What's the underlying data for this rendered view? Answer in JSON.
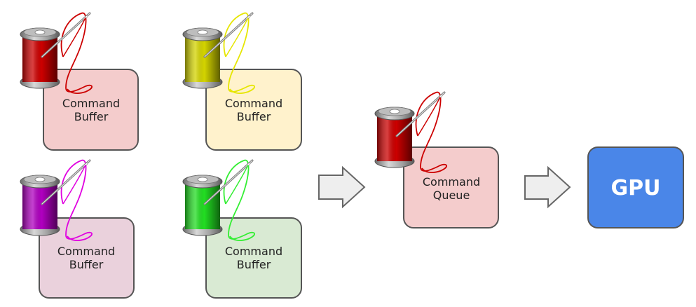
{
  "diagram": {
    "buffers": [
      {
        "line1": "Command",
        "line2": "Buffer",
        "fill": "#F4CCCC",
        "thread": "#CC0000",
        "spool": "#CC0000"
      },
      {
        "line1": "Command",
        "line2": "Buffer",
        "fill": "#FFF2CC",
        "thread": "#E6E600",
        "spool": "#D4D400"
      },
      {
        "line1": "Command",
        "line2": "Buffer",
        "fill": "#EAD1DC",
        "thread": "#E000E0",
        "spool": "#B000C0"
      },
      {
        "line1": "Command",
        "line2": "Buffer",
        "fill": "#D9EAD3",
        "thread": "#33EE33",
        "spool": "#22DD22"
      }
    ],
    "queue": {
      "line1": "Command",
      "line2": "Queue",
      "fill": "#F4CCCC",
      "thread": "#CC0000",
      "spool": "#CC0000"
    },
    "gpu": {
      "label": "GPU",
      "fill": "#4A86E8"
    },
    "colors": {
      "border": "#555555",
      "arrow_fill": "#EEEEEE",
      "arrow_stroke": "#666666"
    }
  }
}
